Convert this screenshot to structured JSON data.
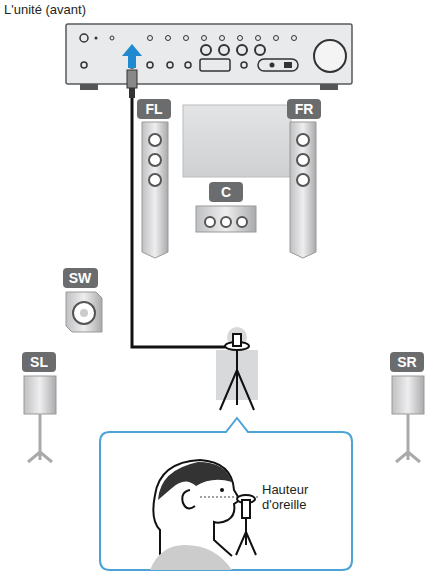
{
  "diagram": {
    "nodes": [
      {
        "text": [
          "FL"
        ]
      },
      {
        "text": [
          "FR"
        ]
      },
      {
        "text": [
          "C"
        ]
      },
      {
        "text": [
          "SW"
        ]
      },
      {
        "text": [
          "SL"
        ]
      },
      {
        "text": [
          "SR"
        ]
      }
    ],
    "labels": [
      "L'unité (avant)",
      "Hauteur d'oreille"
    ]
  }
}
